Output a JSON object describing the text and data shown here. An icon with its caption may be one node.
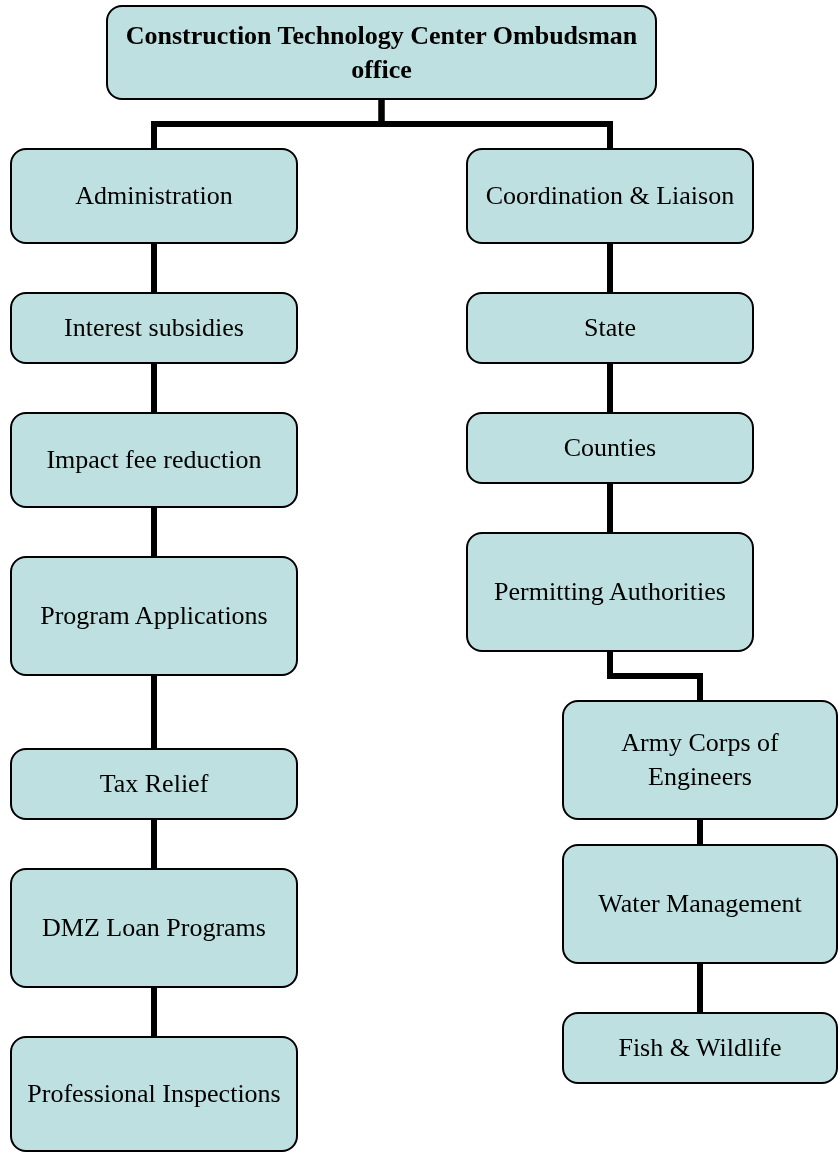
{
  "diagram": {
    "nodes": [
      {
        "text": [
          "Construction Technology Center Ombudsman office"
        ]
      },
      {
        "text": [
          "Administration"
        ]
      },
      {
        "text": [
          "Interest subsidies"
        ]
      },
      {
        "text": [
          "Impact fee reduction"
        ]
      },
      {
        "text": [
          "Program Applications"
        ]
      },
      {
        "text": [
          "Tax Relief"
        ]
      },
      {
        "text": [
          "DMZ Loan Programs"
        ]
      },
      {
        "text": [
          "Professional Inspections"
        ]
      },
      {
        "text": [
          "Coordination & Liaison"
        ]
      },
      {
        "text": [
          "State"
        ]
      },
      {
        "text": [
          "Counties"
        ]
      },
      {
        "text": [
          "Permitting Authorities"
        ]
      },
      {
        "text": [
          "Army Corps of Engineers"
        ]
      },
      {
        "text": [
          "Water Management"
        ]
      },
      {
        "text": [
          "Fish & Wildlife"
        ]
      }
    ],
    "edges": [
      {
        "from": 0,
        "to": 1,
        "arrow": "none"
      },
      {
        "from": 0,
        "to": 8,
        "arrow": "none"
      },
      {
        "from": 1,
        "to": 2,
        "arrow": "none"
      },
      {
        "from": 2,
        "to": 3,
        "arrow": "none"
      },
      {
        "from": 3,
        "to": 4,
        "arrow": "none"
      },
      {
        "from": 4,
        "to": 5,
        "arrow": "none"
      },
      {
        "from": 5,
        "to": 6,
        "arrow": "none"
      },
      {
        "from": 6,
        "to": 7,
        "arrow": "none"
      },
      {
        "from": 8,
        "to": 9,
        "arrow": "none"
      },
      {
        "from": 9,
        "to": 10,
        "arrow": "none"
      },
      {
        "from": 10,
        "to": 11,
        "arrow": "none"
      },
      {
        "from": 11,
        "to": 12,
        "arrow": "none"
      },
      {
        "from": 12,
        "to": 13,
        "arrow": "none"
      },
      {
        "from": 13,
        "to": 14,
        "arrow": "none"
      }
    ]
  }
}
